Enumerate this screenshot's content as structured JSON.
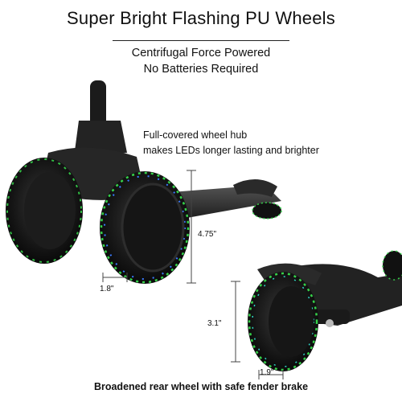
{
  "headline": "Super Bright Flashing PU Wheels",
  "subtitle": [
    "Centrifugal Force Powered",
    "No Batteries Required"
  ],
  "feature": [
    "Full-covered wheel hub",
    "makes LEDs longer lasting and brighter"
  ],
  "dimensions": {
    "front_height": "4.75\"",
    "front_width": "1.8\"",
    "rear_height": "3.1\"",
    "rear_width": "1.9\""
  },
  "caption": "Broadened rear wheel with safe fender brake",
  "colors": {
    "body": "#1a1a1a",
    "led_green": "#36d14a",
    "led_blue": "#3a7bff",
    "led_teal": "#2fd6c8"
  }
}
